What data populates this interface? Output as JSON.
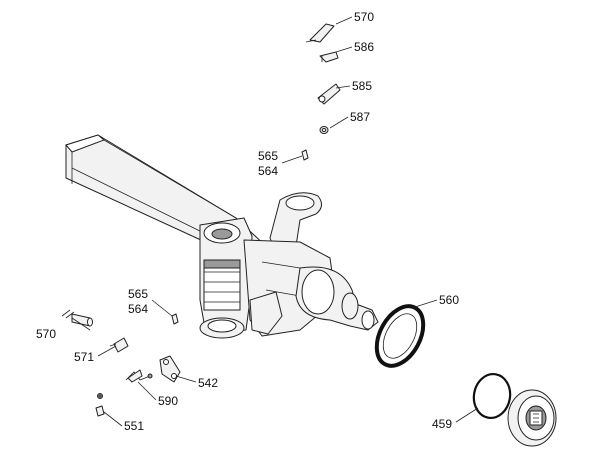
{
  "diagram": {
    "callouts": {
      "c570_top": "570",
      "c586": "586",
      "c585": "585",
      "c587": "587",
      "c565_top": "565",
      "c564_top": "564",
      "c565_mid": "565",
      "c564_mid": "564",
      "c560": "560",
      "c570_left": "570",
      "c571": "571",
      "c542": "542",
      "c590": "590",
      "c551": "551",
      "c459": "459"
    }
  }
}
